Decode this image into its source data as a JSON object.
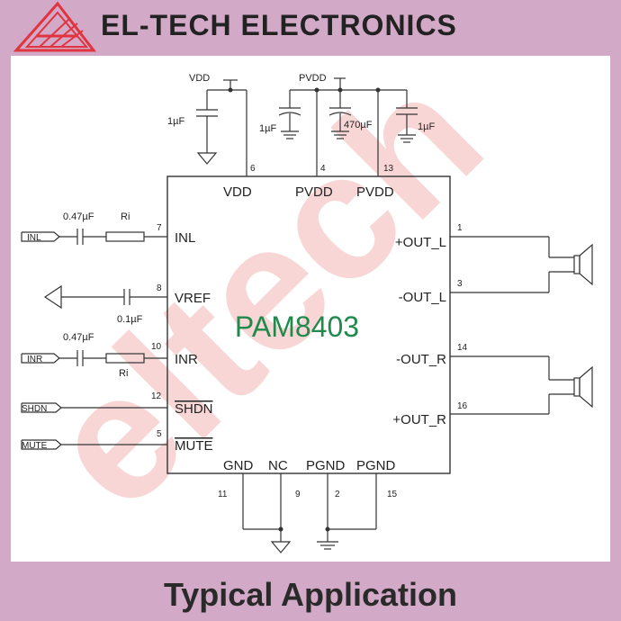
{
  "header": {
    "brand": "EL-TECH ELECTRONICS",
    "logo_icon": "triangle-logo-icon"
  },
  "watermark": "eltech",
  "footer": {
    "title": "Typical Application"
  },
  "chip": {
    "name": "PAM8403",
    "top_pins": [
      {
        "name": "VDD",
        "number": "6"
      },
      {
        "name": "PVDD",
        "number": "4"
      },
      {
        "name": "PVDD",
        "number": "13"
      }
    ],
    "left_pins": [
      {
        "name": "INL",
        "number": "7"
      },
      {
        "name": "VREF",
        "number": "8"
      },
      {
        "name": "INR",
        "number": "10"
      },
      {
        "name": "SHDN",
        "number": "12"
      },
      {
        "name": "MUTE",
        "number": "5"
      }
    ],
    "right_pins": [
      {
        "name": "+OUT_L",
        "number": "1"
      },
      {
        "name": "-OUT_L",
        "number": "3"
      },
      {
        "name": "-OUT_R",
        "number": "14"
      },
      {
        "name": "+OUT_R",
        "number": "16"
      }
    ],
    "bottom_pins": [
      {
        "name": "GND",
        "number": "11"
      },
      {
        "name": "NC",
        "number": "9"
      },
      {
        "name": "PGND",
        "number": "2"
      },
      {
        "name": "PGND",
        "number": "15"
      }
    ]
  },
  "supplies": {
    "vdd": "VDD",
    "pvdd": "PVDD"
  },
  "capacitors": {
    "vdd_cap": "1µF",
    "pvdd_cap1": "1µF",
    "pvdd_cap2": "470µF",
    "pvdd_cap3": "1µF",
    "inl_cap": "0.47µF",
    "inr_cap": "0.47µF",
    "vref_cap": "0.1µF"
  },
  "resistors": {
    "inl_res": "Ri",
    "inr_res": "Ri"
  },
  "inputs": {
    "inl": "INL",
    "inr": "INR",
    "shdn": "SHDN",
    "mute": "MUTE"
  },
  "colors": {
    "background": "#d3a9c8",
    "chip_label": "#1f8a4c",
    "watermark": "#f6c9c9",
    "logo": "#e0343f"
  }
}
